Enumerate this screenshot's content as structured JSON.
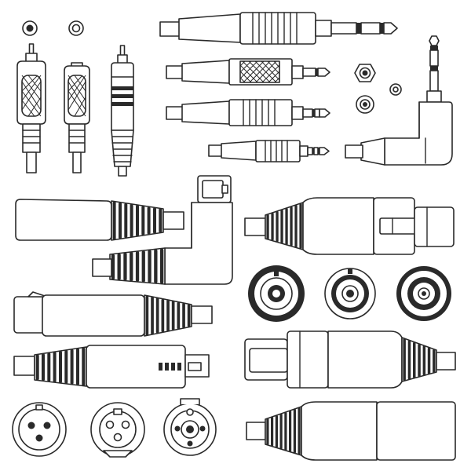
{
  "illustration": {
    "style": "monochrome outline icons",
    "background": "#ffffff",
    "stroke_color": "#2a2a2a",
    "groups": [
      {
        "name": "rca-plugs",
        "icons": [
          "rca-socket-icon",
          "rca-socket-icon",
          "rca-plug-icon",
          "rca-plug-icon",
          "rca-plug-icon"
        ]
      },
      {
        "name": "jack-plugs",
        "icons": [
          "trs-6-35mm-plug-icon",
          "ts-3-5mm-plug-icon",
          "trs-3-5mm-plug-icon",
          "trrs-2-5mm-plug-icon",
          "right-angle-jack-plug-icon",
          "jack-socket-nut-icon",
          "jack-socket-icon"
        ]
      },
      {
        "name": "xlr-connectors",
        "icons": [
          "xlr-male-plug-icon",
          "xlr-right-angle-plug-icon",
          "xlr-female-plug-icon",
          "xlr-male-plug-icon",
          "xlr-3-pin-male-socket-icon",
          "xlr-3-pin-female-socket-icon",
          "combo-socket-icon"
        ]
      },
      {
        "name": "speakon-connectors",
        "icons": [
          "speakon-plug-icon",
          "speakon-socket-icon",
          "speakon-socket-icon",
          "speakon-socket-icon",
          "speakon-plug-icon",
          "speakon-plug-icon"
        ]
      }
    ]
  }
}
